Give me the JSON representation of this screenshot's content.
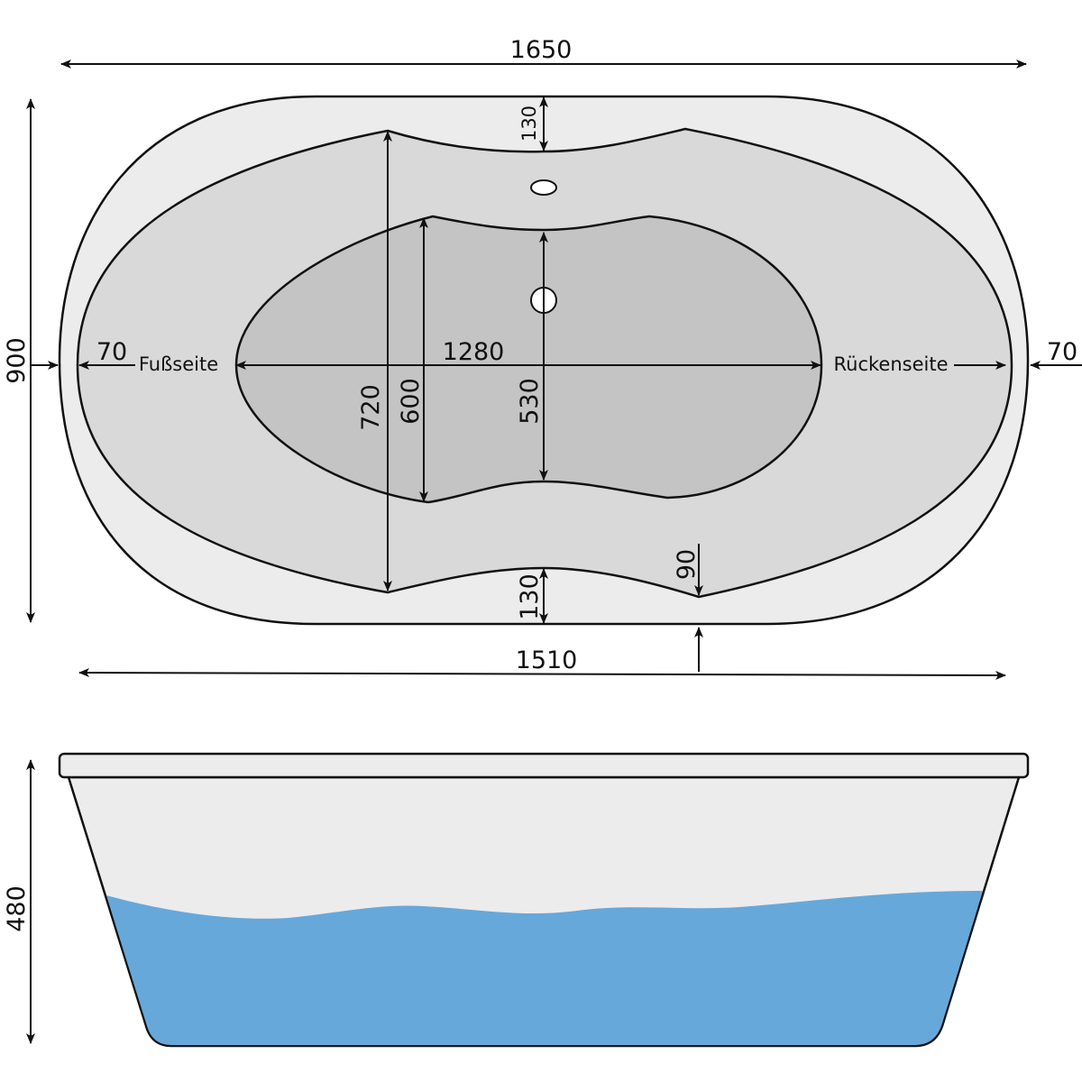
{
  "colors": {
    "rim": "#ececec",
    "bowl": "#d9d9d9",
    "floor": "#c4c4c4",
    "water": "#67a8da",
    "line": "#111111"
  },
  "top_view": {
    "overall_length": "1650",
    "overall_width": "900",
    "bottom_length": "1510",
    "rim_left": "70",
    "rim_right": "70",
    "floor_length": "1280",
    "inner_width": "720",
    "floor_width_max": "600",
    "floor_width_center": "530",
    "rim_top": "130",
    "rim_bottom": "130",
    "headrest_depth": "90",
    "foot_side_label": "Fußseite",
    "back_side_label": "Rückenseite"
  },
  "side_view": {
    "height": "480"
  }
}
